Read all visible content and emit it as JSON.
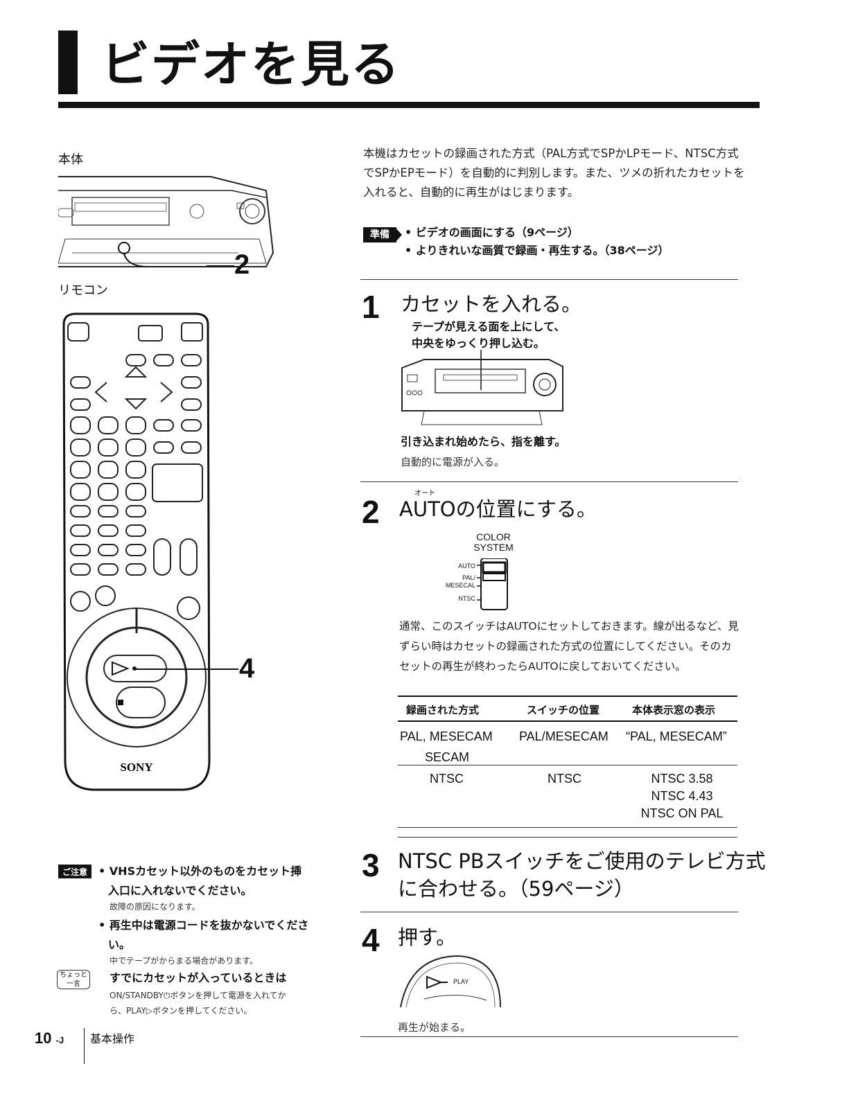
{
  "header": {
    "title": "ビデオを見る"
  },
  "left": {
    "body_label": "本体",
    "remote_label": "リモコン",
    "callout_2": "2",
    "callout_4": "4",
    "remote_brand": "SONY"
  },
  "intro": {
    "text": "本機はカセットの録画された方式（PAL方式でSPかLPモード、NTSC方式でSPかEPモード）を自動的に判別します。また、ツメの折れたカセットを入れると、自動的に再生がはじまります。"
  },
  "prep": {
    "badge": "準備",
    "items": [
      "• ビデオの画面にする（9ページ）",
      "• よりきれいな画質で録画・再生する。（38ページ）"
    ]
  },
  "steps": {
    "s1": {
      "num": "1",
      "title": "カセットを入れる。",
      "sub1": "テープが見える面を上にして、",
      "sub2": "中央をゆっくり押し込む。",
      "after": "引き込まれ始めたら、指を離す。",
      "note": "自動的に電源が入る。"
    },
    "s2": {
      "num": "2",
      "ruby": "オート",
      "title": "AUTOの位置にする。",
      "switch_label1": "COLOR",
      "switch_label2": "SYSTEM",
      "opt_auto": "AUTO",
      "opt_pal": "PAL/",
      "opt_mesecal": "MESECAL",
      "opt_ntsc": "NTSC",
      "desc": "通常、このスイッチはAUTOにセットしておきます。線が出るなど、見ずらい時はカセットの録画された方式の位置にしてください。そのカセットの再生が終わったらAUTOに戻しておいてください。"
    },
    "s3": {
      "num": "3",
      "title1": "NTSC PBスイッチをご使用のテレビ方式",
      "title2": "に合わせる。（59ページ）"
    },
    "s4": {
      "num": "4",
      "title": "押す。",
      "play_label": "PLAY",
      "result": "再生が始まる。"
    }
  },
  "table": {
    "headers": [
      "録画された方式",
      "スイッチの位置",
      "本体表示窓の表示"
    ],
    "row1": {
      "c1a": "PAL, MESECAM",
      "c1b": "SECAM",
      "c2": "PAL/MESECAM",
      "c3": "“PAL, MESECAM”"
    },
    "row2": {
      "c1": "NTSC",
      "c2": "NTSC",
      "c3a": "NTSC 3.58",
      "c3b": "NTSC 4.43",
      "c3c": "NTSC ON PAL"
    }
  },
  "notes": {
    "badge": "ご注意",
    "n1": "• VHSカセット以外のものをカセット挿",
    "n1b": "入口に入れないでください。",
    "n1s": "故障の原因になります。",
    "n2": "• 再生中は電源コードを抜かないでくださ",
    "n2b": "い。",
    "n2s": "中でテープがからまる場合があります。",
    "tip_badge1": "ちょっと",
    "tip_badge2": "一言",
    "tip_title": "すでにカセットが入っているときは",
    "tip_t1": "ON/STANDBY⏻ボタンを押して電源を入れてか",
    "tip_t2": "ら、PLAY▷ボタンを押してください。"
  },
  "footer": {
    "page": "10",
    "suffix": "-J",
    "section": "基本操作"
  }
}
